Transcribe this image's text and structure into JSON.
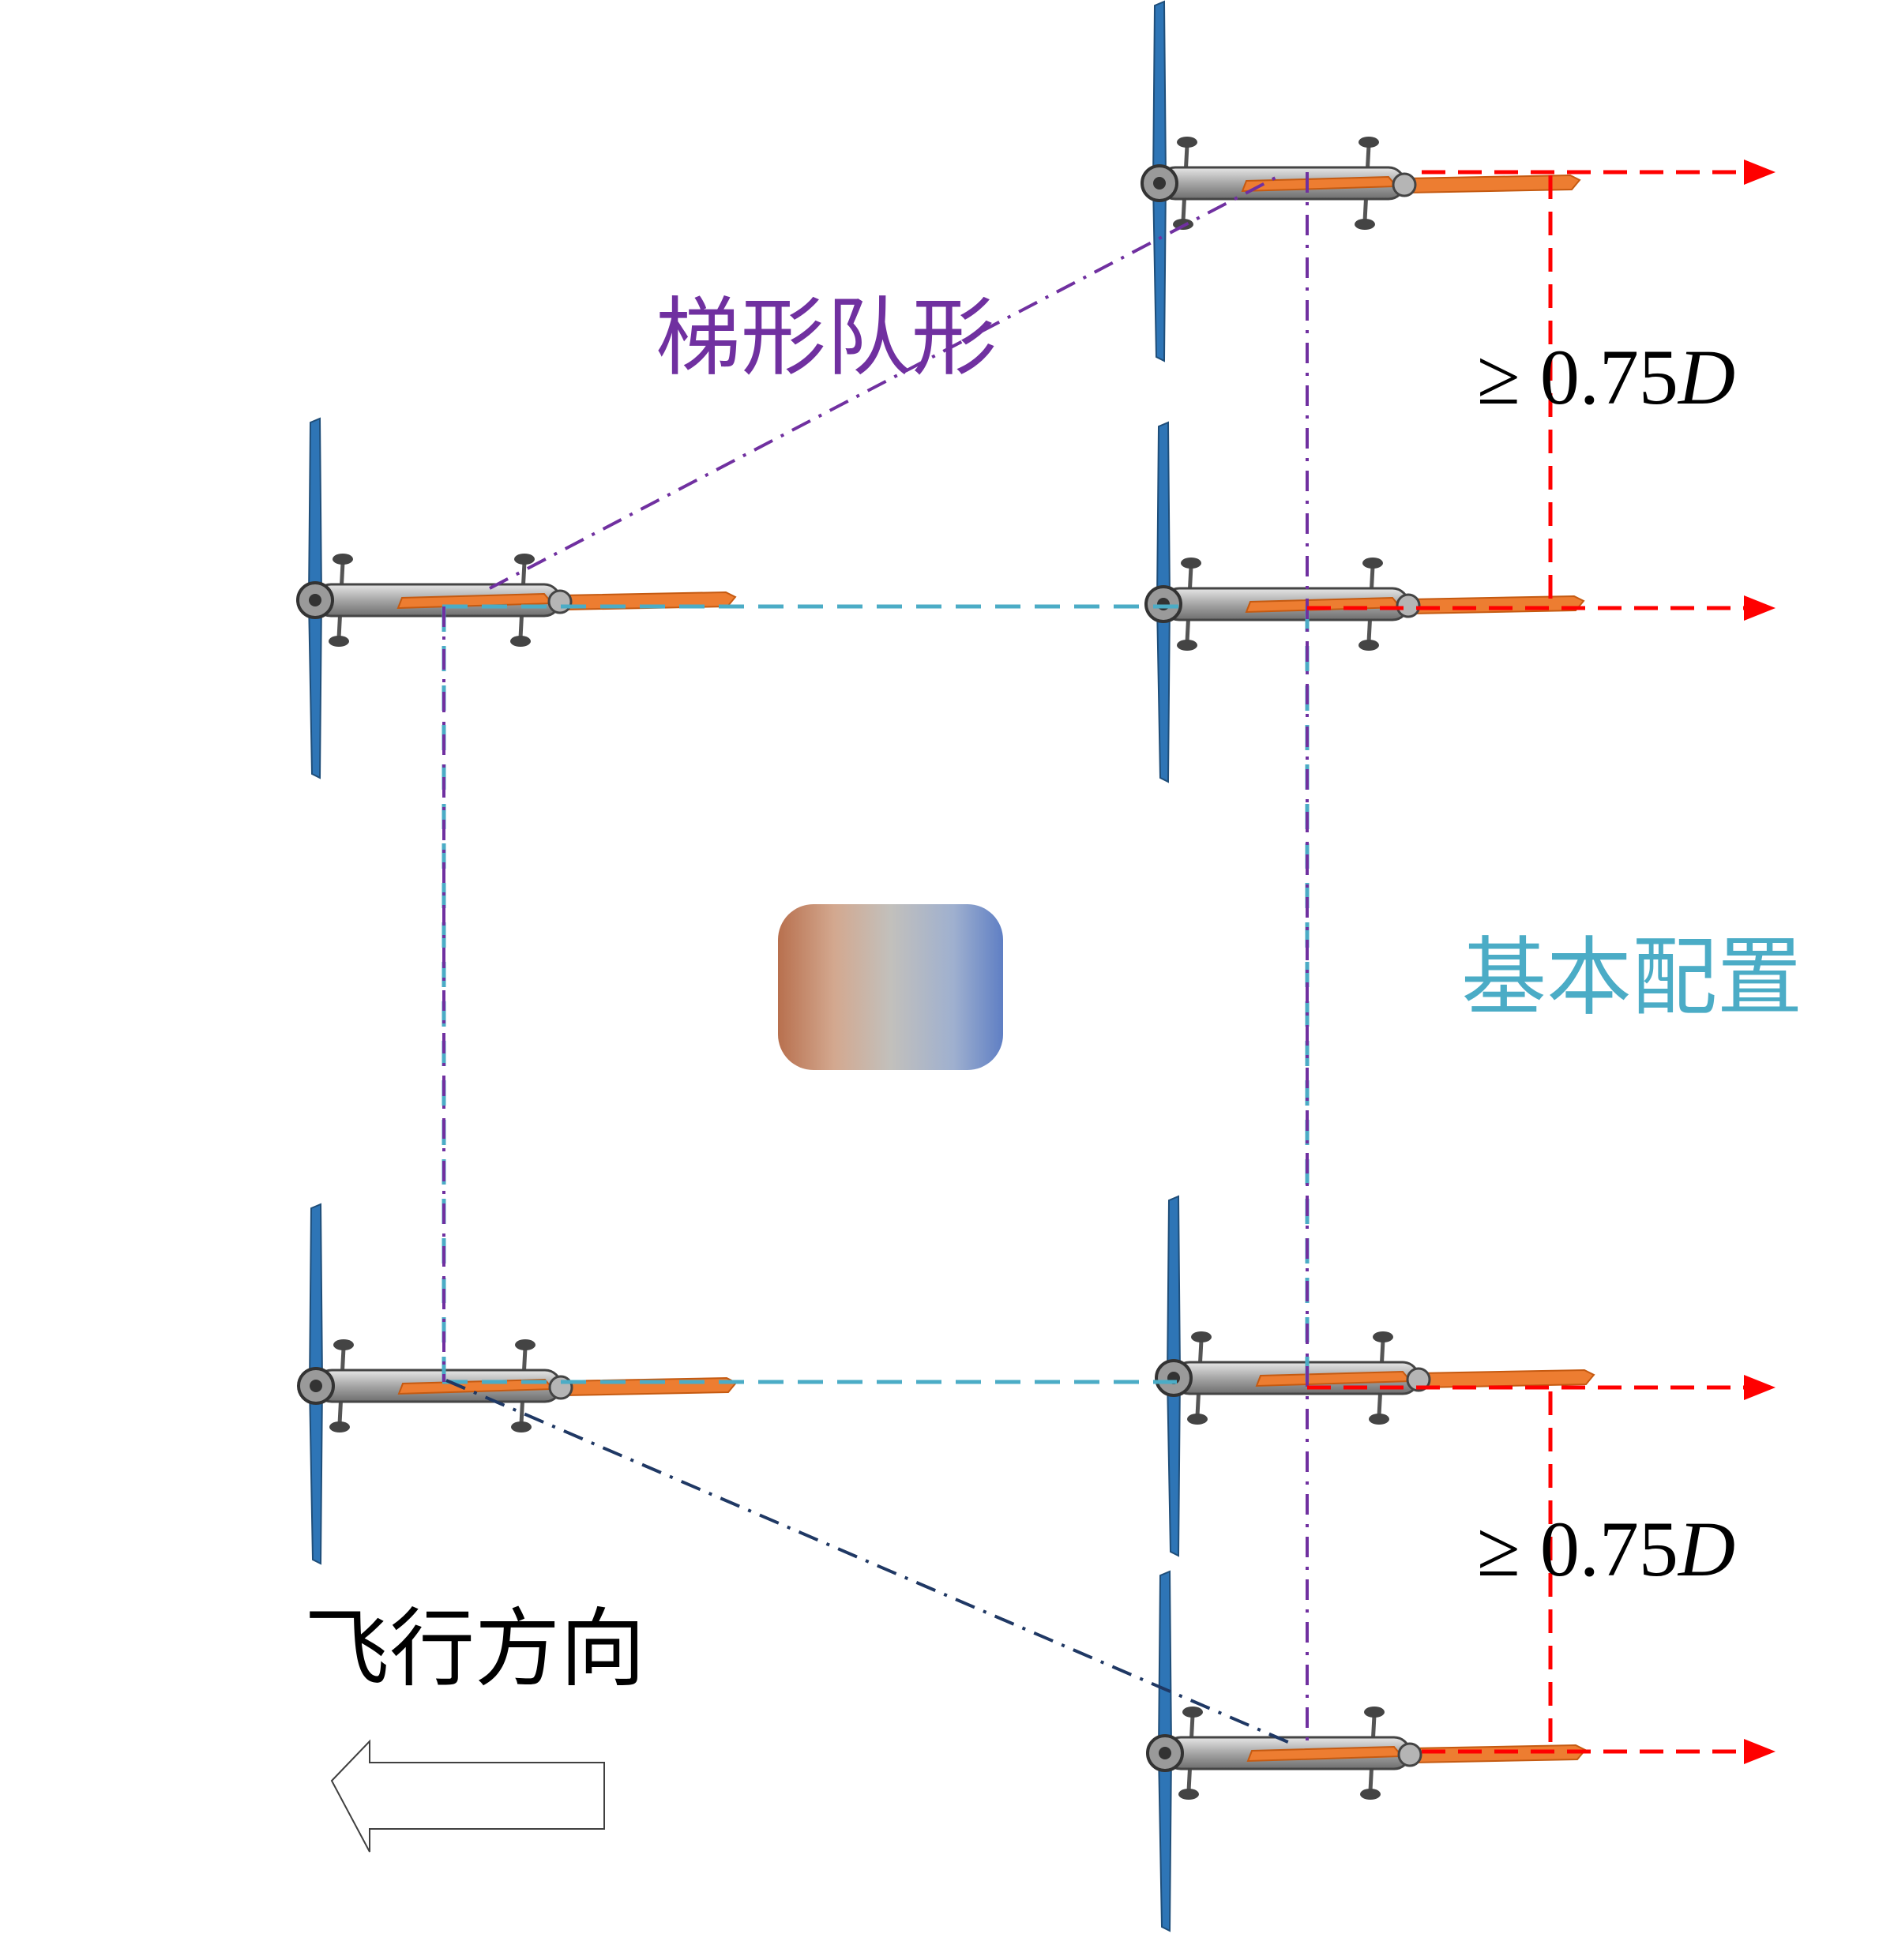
{
  "labels": {
    "echelon": "梯形队形",
    "basic": "基本配置",
    "direction": "飞行方向",
    "separation_prefix": "≥ 0.75",
    "separation_var": "D",
    "separation2_prefix": "≥ 0.75",
    "separation2_var": "D"
  },
  "colors": {
    "echelon": "#7030a0",
    "basic": "#4bacc6",
    "spacing": "#ff0000",
    "lower_echelon": "#1f3864",
    "rotor": "#2e75b6",
    "tail": "#ed7d31",
    "fuselage": "#a6a6a6"
  },
  "icons": [
    "helicopter-icon",
    "obstacle-block-icon",
    "flight-direction-arrow-icon"
  ]
}
